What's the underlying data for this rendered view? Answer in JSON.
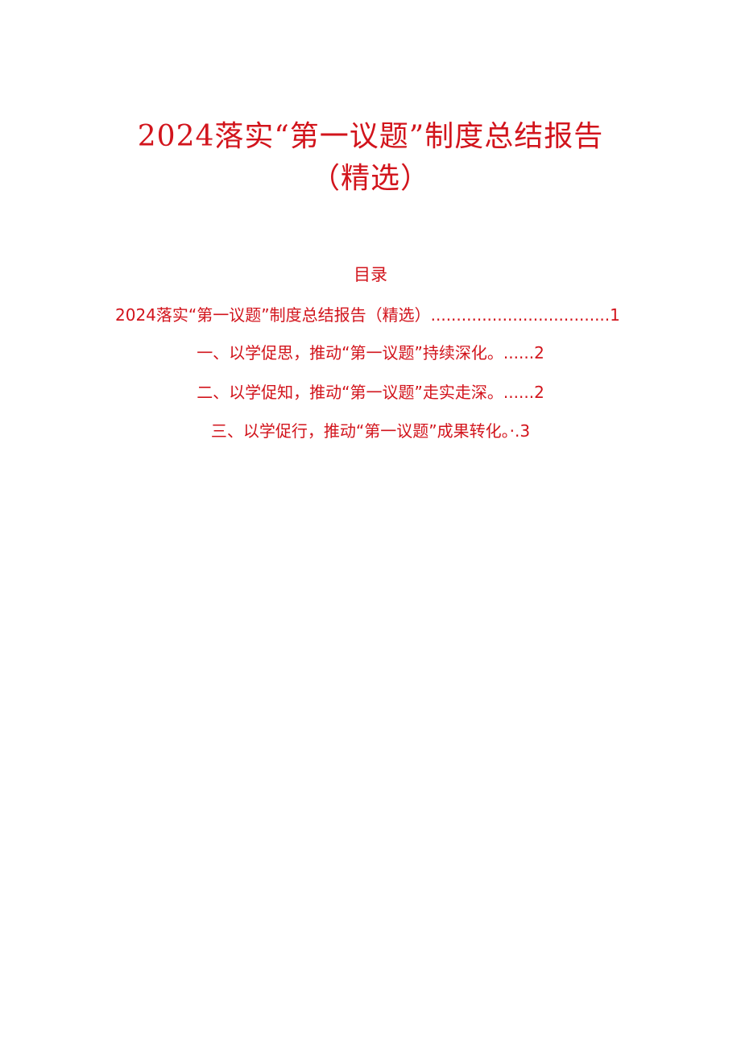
{
  "document": {
    "title_line1": "2024落实“第一议题”制度总结报告",
    "title_line2": "（精选）"
  },
  "toc": {
    "heading": "目录",
    "entries": [
      {
        "text": "2024落实“第一议题”制度总结报告（精选）",
        "leader": "...................................",
        "page": "1"
      },
      {
        "text": "一、以学促思，推动“第一议题”持续深化。",
        "leader": "......",
        "page": "2"
      },
      {
        "text": "二、以学促知，推动“第一议题”走实走深。",
        "leader": "......",
        "page": "2"
      },
      {
        "text": "三、以学促行，推动“第一议题”成果转化。",
        "leader": "·.",
        "page": "3"
      }
    ]
  },
  "colors": {
    "text": "#d2141c",
    "background": "#ffffff"
  }
}
